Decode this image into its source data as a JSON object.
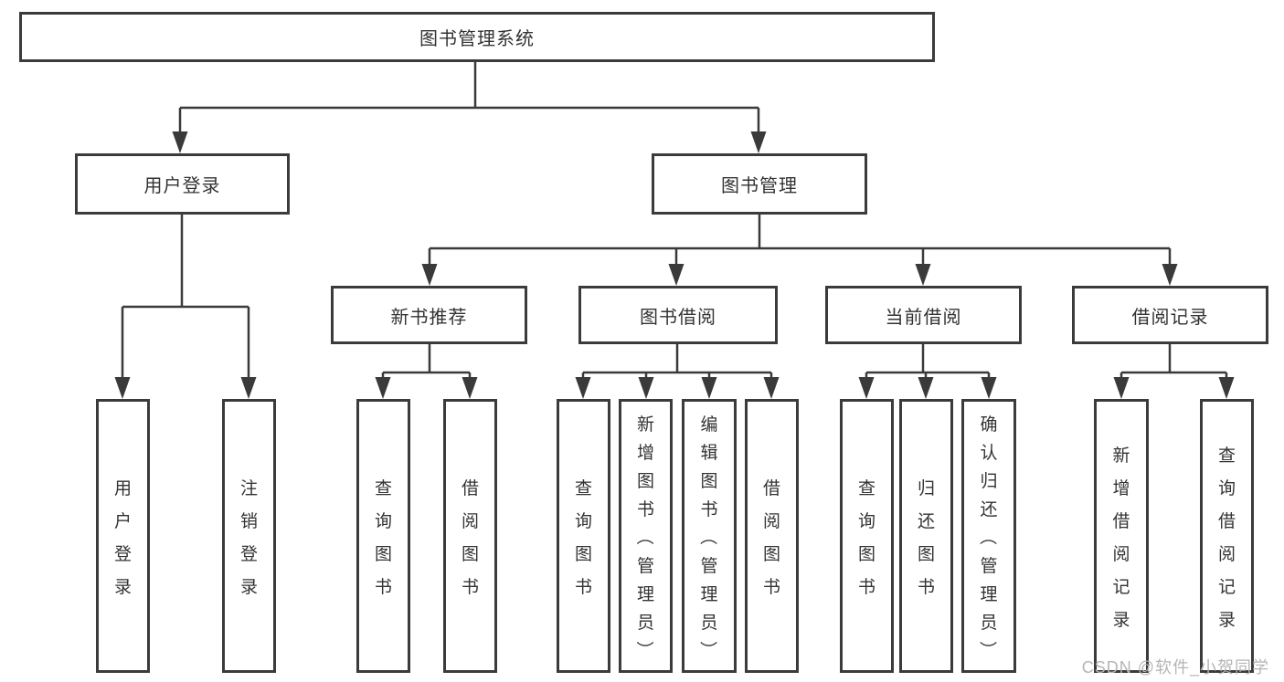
{
  "colors": {
    "line": "#3a3a3a",
    "box_border": "#3b3b3b",
    "text": "#333333",
    "watermark_text": "#b5b5b5",
    "background": "#ffffff"
  },
  "root": {
    "label": "图书管理系统"
  },
  "level2": [
    {
      "label": "用户登录"
    },
    {
      "label": "图书管理"
    }
  ],
  "level3": [
    {
      "label": "新书推荐"
    },
    {
      "label": "图书借阅"
    },
    {
      "label": "当前借阅"
    },
    {
      "label": "借阅记录"
    }
  ],
  "leaves": {
    "user_login": [
      "用户登录",
      "注销登录"
    ],
    "new_book": [
      "查询图书",
      "借阅图书"
    ],
    "book_borrow": [
      "查询图书",
      "新增图书（管理员）",
      "编辑图书（管理员）",
      "借阅图书"
    ],
    "current_borrow": [
      "查询图书",
      "归还图书",
      "确认归还（管理员）"
    ],
    "borrow_record": [
      "新增借阅记录",
      "查询借阅记录"
    ]
  },
  "watermark": "CSDN @软件_小贺同学"
}
